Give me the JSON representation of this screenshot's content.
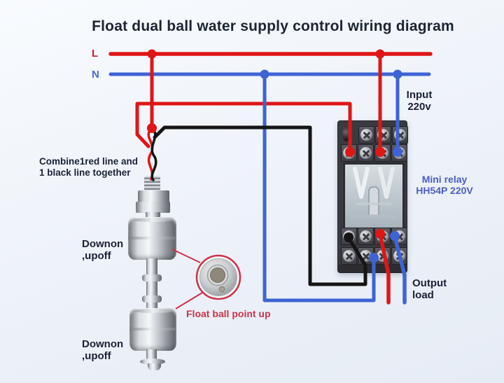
{
  "title": "Float dual ball water supply control wiring diagram",
  "power_bus": {
    "live_label": "L",
    "neutral_label": "N"
  },
  "annotations": {
    "combine_line1": "Combine1red line and",
    "combine_line2": "1 black line together",
    "float_upper_line1": "Downon",
    "float_upper_line2": ",upoff",
    "float_lower_line1": "Downon",
    "float_lower_line2": ",upoff",
    "float_ball_note": "Float ball point up",
    "input_line1": "Input",
    "input_line2": "220v",
    "relay_line1": "Mini relay",
    "relay_line2": "HH54P 220V",
    "output_line1": "Output",
    "output_line2": "load"
  },
  "colors": {
    "live_wire": "#df1616",
    "neutral_wire": "#3e63d4",
    "switch_wire": "#151515",
    "callout_red": "#cf3148",
    "label_dark": "#1a2136",
    "relay_label_blue": "#4a5ec2",
    "background": "#eef2f9"
  }
}
